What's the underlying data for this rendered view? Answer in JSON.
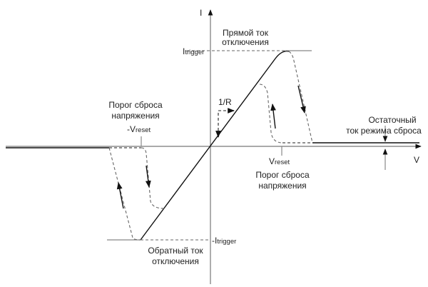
{
  "axes": {
    "y_label": "I",
    "x_label": "V"
  },
  "labels": {
    "forward_trip": [
      "Прямой ток",
      "отключения"
    ],
    "itrigger": {
      "main": "I",
      "sub": "trigger"
    },
    "neg_itrigger": {
      "main": "-I",
      "sub": "trigger"
    },
    "slope": "1/R",
    "reset_threshold_left": [
      "Порог сброса",
      "напряжения"
    ],
    "neg_vreset": {
      "main": "-V",
      "sub": "reset"
    },
    "vreset": {
      "main": "V",
      "sub": "reset"
    },
    "reset_threshold_right": [
      "Порог сброса",
      "напряжения"
    ],
    "residual": [
      "Остаточный",
      "ток режима сброса"
    ],
    "reverse_trip": [
      "Обратный ток",
      "отключения"
    ]
  }
}
